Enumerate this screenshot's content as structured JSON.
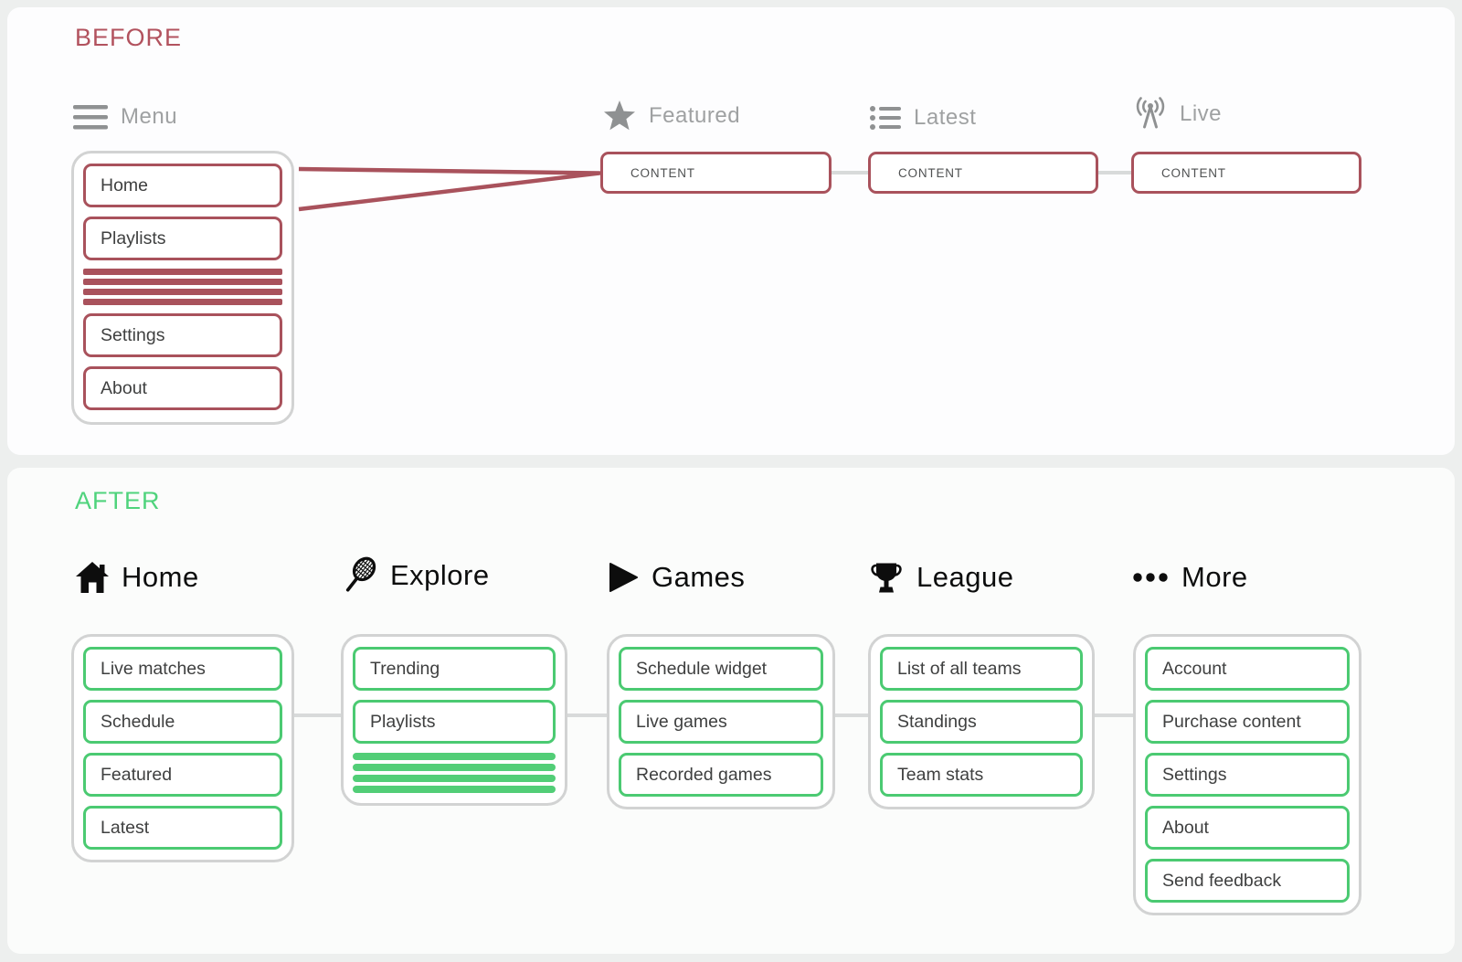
{
  "colors": {
    "before_accent": "#a9525c",
    "before_title": "#b2525e",
    "after_accent": "#4bca72",
    "after_title": "#4fd37c",
    "ghost_gray": "#9fa1a2",
    "container_border": "#d2d3d3",
    "connector_gray": "#d8dada",
    "item_text": "#3f4040",
    "header_black": "#0c0d0d"
  },
  "before": {
    "title": "BEFORE",
    "menu": {
      "label": "Menu",
      "icon": "hamburger-icon",
      "items": [
        "Home",
        "Playlists",
        "Settings",
        "About"
      ],
      "placeholder_bars": 4
    },
    "sections": [
      {
        "label": "Featured",
        "icon": "star-icon",
        "content_label": "CONTENT"
      },
      {
        "label": "Latest",
        "icon": "list-icon",
        "content_label": "CONTENT"
      },
      {
        "label": "Live",
        "icon": "broadcast-icon",
        "content_label": "CONTENT"
      }
    ]
  },
  "after": {
    "title": "AFTER",
    "columns": [
      {
        "label": "Home",
        "icon": "home-icon",
        "items": [
          "Live matches",
          "Schedule",
          "Featured",
          "Latest"
        ]
      },
      {
        "label": "Explore",
        "icon": "racket-icon",
        "items": [
          "Trending",
          "Playlists"
        ],
        "placeholder_bars": 4
      },
      {
        "label": "Games",
        "icon": "play-icon",
        "items": [
          "Schedule widget",
          "Live games",
          "Recorded games"
        ]
      },
      {
        "label": "League",
        "icon": "trophy-icon",
        "items": [
          "List of all teams",
          "Standings",
          "Team stats"
        ]
      },
      {
        "label": "More",
        "icon": "ellipsis-icon",
        "items": [
          "Account",
          "Purchase content",
          "Settings",
          "About",
          "Send feedback"
        ]
      }
    ]
  }
}
